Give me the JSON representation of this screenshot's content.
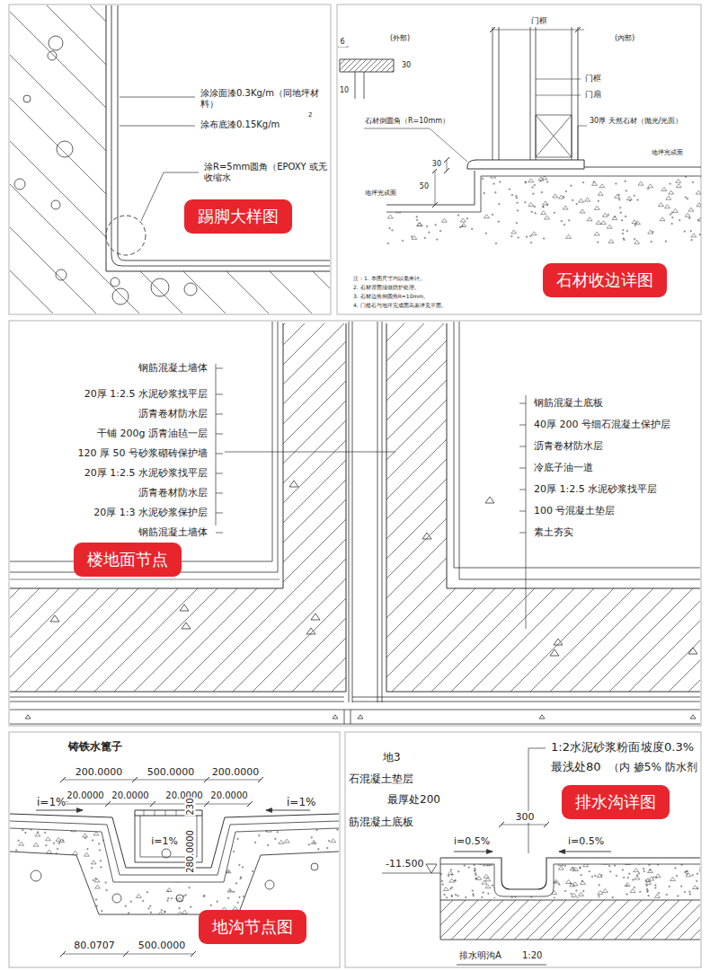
{
  "diagram": {
    "nodes": [
      {
        "text": [
          "踢脚大样图"
        ]
      },
      {
        "text": [
          "石材收边详图"
        ]
      },
      {
        "text": [
          "楼地面节点"
        ]
      },
      {
        "text": [
          "地沟节点图"
        ]
      },
      {
        "text": [
          "排水沟详图"
        ]
      }
    ],
    "labels": [
      "涂涂面漆0.3Kg/m（同地坪材料）",
      "涂布底漆0.15Kg/m",
      "2",
      "涂R=5mm圆角（EPOXY 或无收缩水",
      "(外部)",
      "(内部)",
      "门框",
      "门框",
      "门扇",
      "6",
      "30",
      "10",
      "石材倒圆角（R=10mm）",
      "30厚 天然石材（抛光/光面）",
      "30",
      "50",
      "地坪完成面",
      "地坪完成面",
      "注：1. 本图尺寸均以毫米计。",
      "2. 石材背面须做防护处理。",
      "3. 石材边角倒圆角R=10mm。",
      "4. 门槛石与地坪完成面高差详见平面。",
      "钢筋混凝土墙体",
      "20厚 1:2.5 水泥砂浆找平层",
      "沥青卷材防水层",
      "干铺 200g 沥青油毡一层",
      "120 厚 50 号砂浆砌砖保护墙",
      "20厚 1:2.5 水泥砂浆找平层",
      "沥青卷材防水层",
      "20厚 1:3 水泥砂浆保护层",
      "钢筋混凝土墙体",
      "钢筋混凝土底板",
      "40厚 200 号细石混凝土保护层",
      "沥青卷材防水层",
      "冷底子油一道",
      "20厚 1:2.5 水泥砂浆找平层",
      "100 号混凝土垫层",
      "素土夯实",
      "铸铁水篦子",
      "200.0000",
      "500.0000",
      "200.0000",
      "20.0000",
      "20.0000",
      "20.0000",
      "20.0000",
      "i=1%",
      "i=1%",
      "i=1%",
      "280.0000",
      "230",
      "80.0707",
      "500.0000",
      "地3",
      "石混凝土垫层",
      "最厚处200",
      "筋混凝土底板",
      "1:2水泥砂浆粉面",
      "坡度0.3%",
      "最浅处80",
      "（内 掺5% 防水剂",
      "300",
      "i=0.5%",
      "i=0.5%",
      "-11.500",
      "排水明沟A",
      "1:20"
    ]
  }
}
